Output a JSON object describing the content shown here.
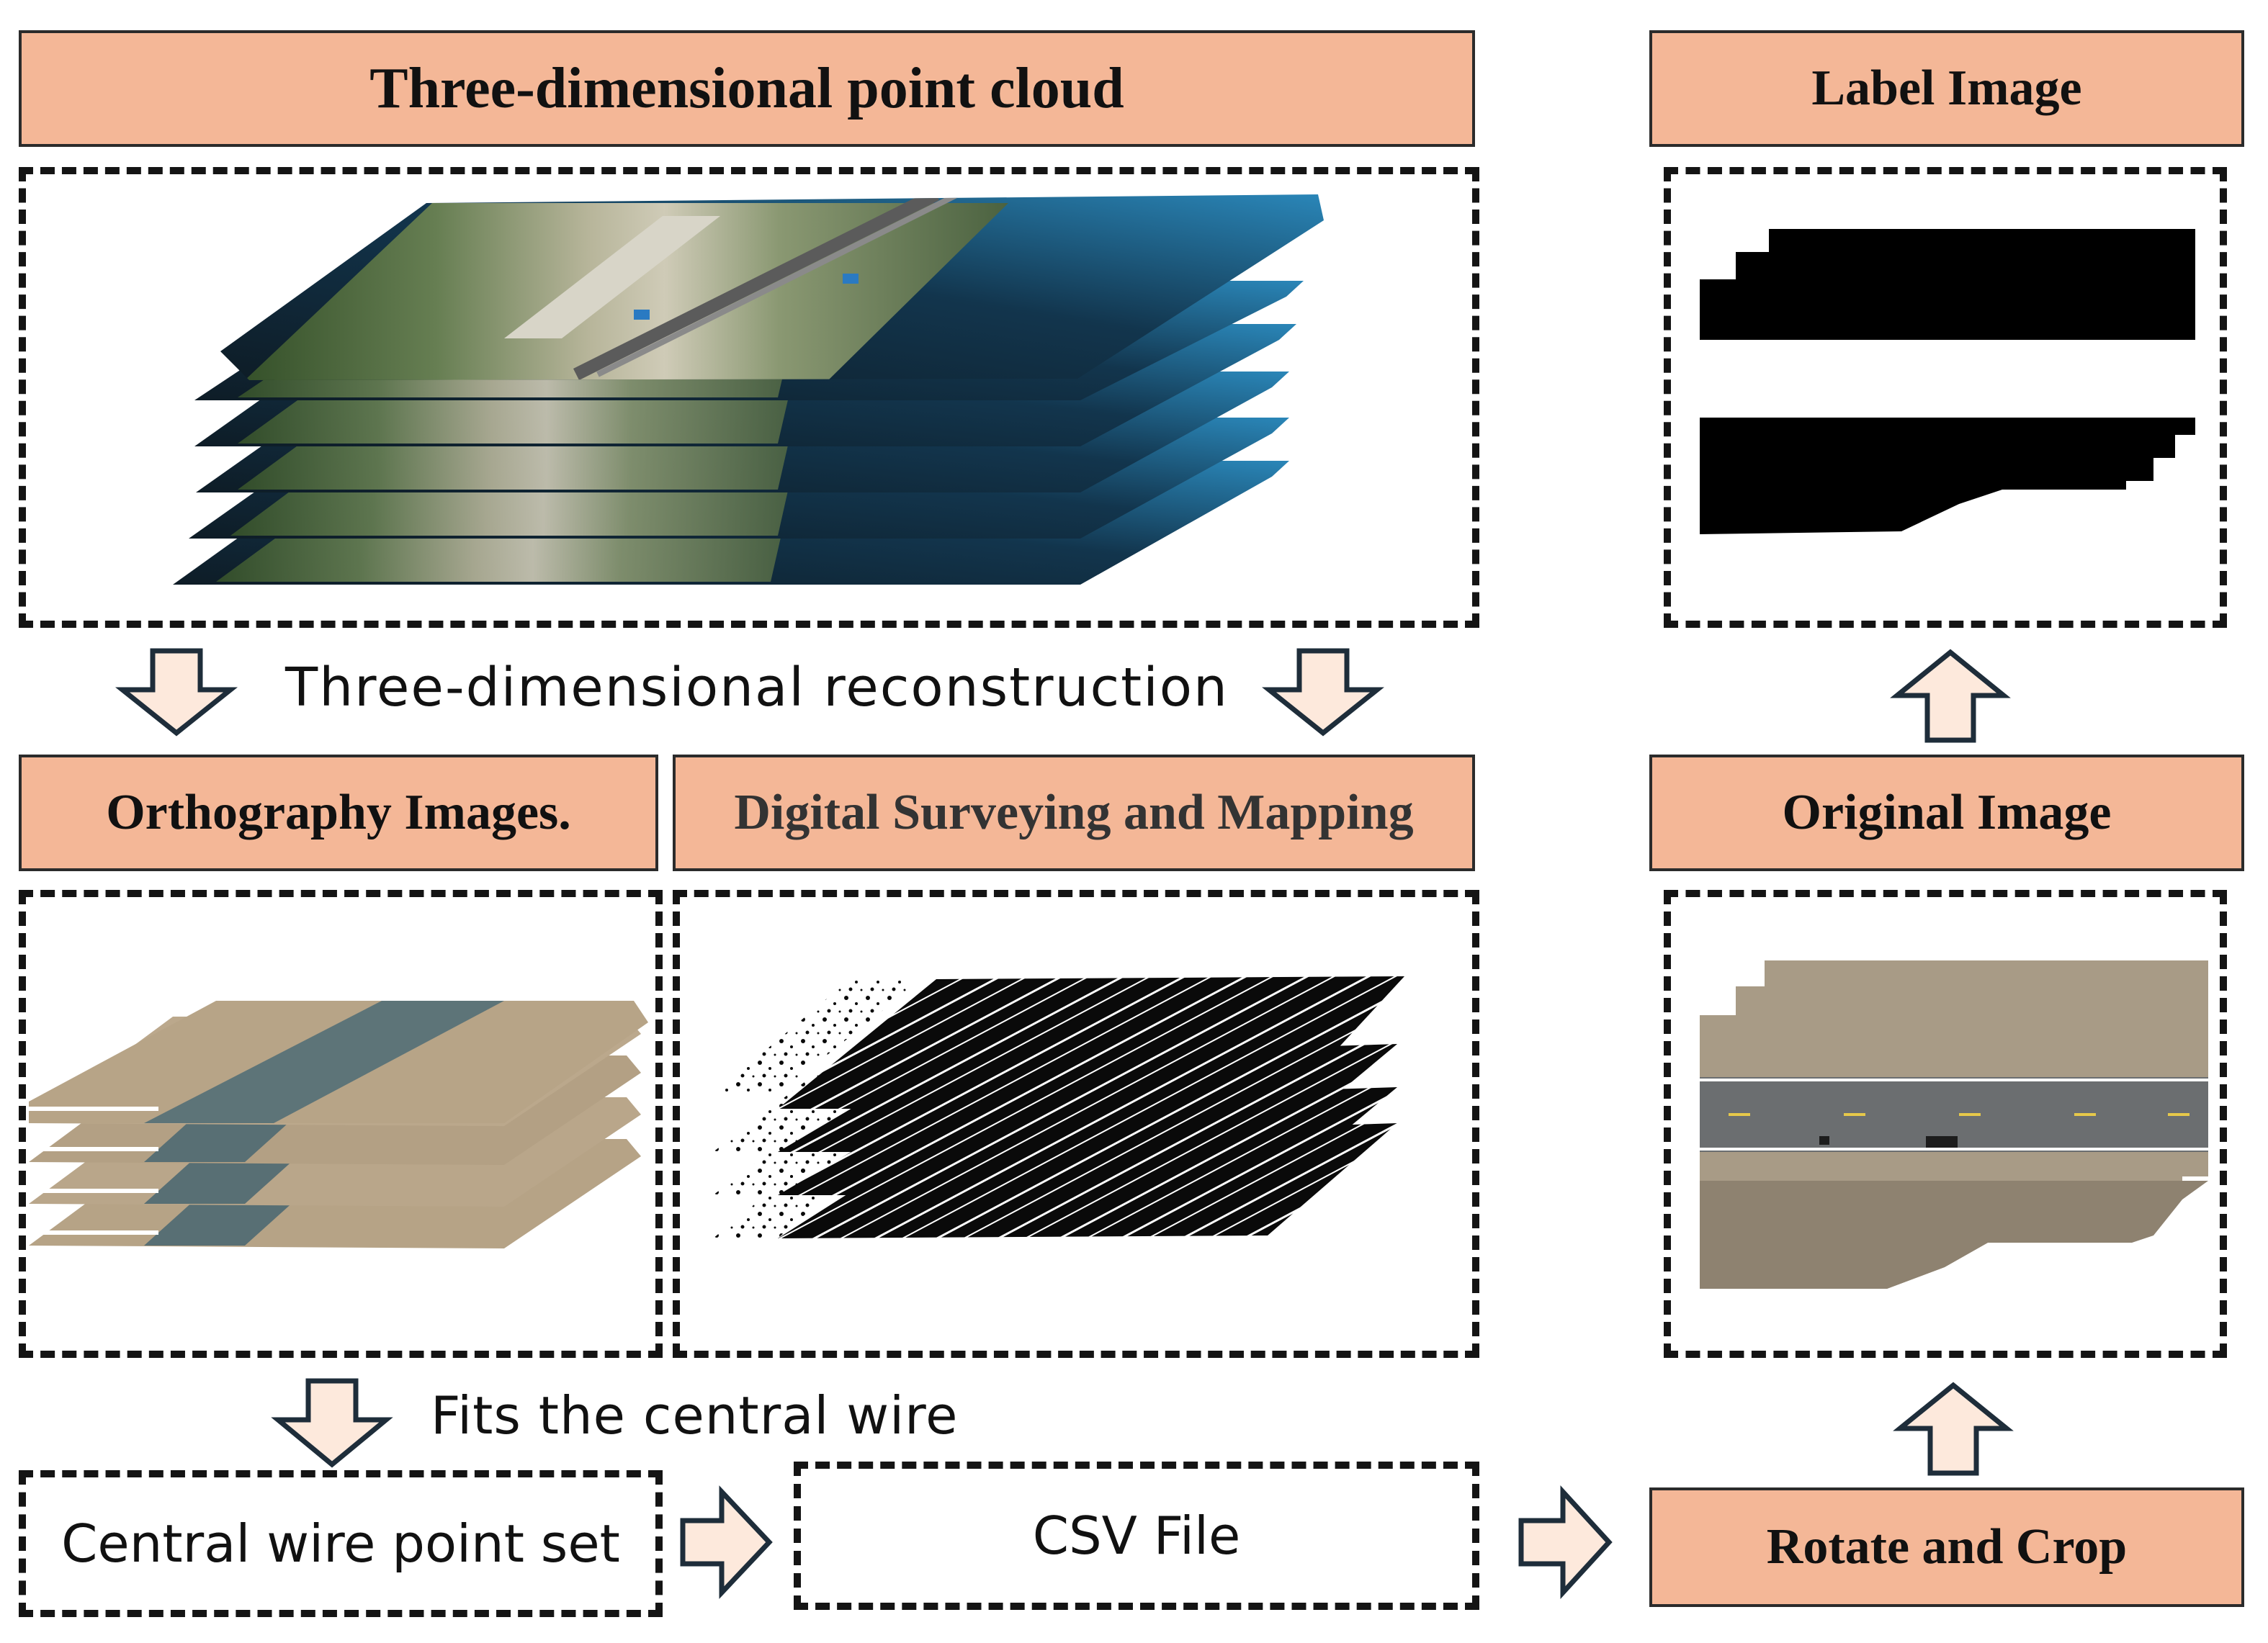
{
  "headers": {
    "point_cloud": "Three-dimensional point cloud",
    "label_image": "Label Image",
    "ortho": "Orthography Images.",
    "dsm": "Digital Surveying and Mapping",
    "original": "Original Image",
    "rotate": "Rotate and Crop"
  },
  "captions": {
    "reconstruction": "Three-dimensional  reconstruction",
    "fits": "Fits the central wire"
  },
  "boxes": {
    "central_set": "Central wire point set",
    "csv": "CSV File"
  },
  "colors": {
    "header_fill": "#f4b797",
    "arrow_fill": "#fde9dc",
    "arrow_stroke": "#1e2d3a",
    "dash": "#141414"
  }
}
